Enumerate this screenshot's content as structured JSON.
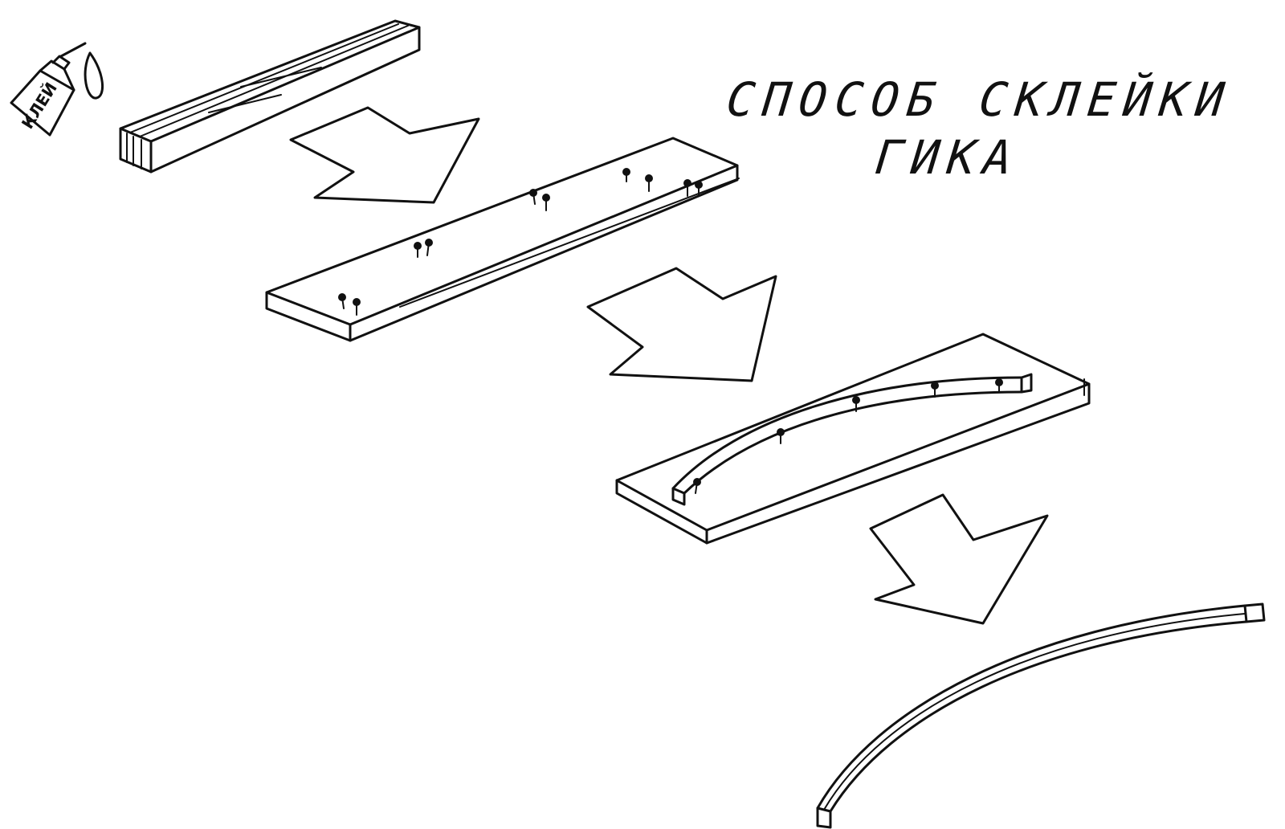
{
  "title": {
    "line1": "СПОСОБ СКЛЕЙКИ",
    "line2": "ГИКА"
  },
  "glue_bottle": {
    "label": "КЛЕЙ"
  },
  "colors": {
    "ink": "#111111",
    "paper": "#ffffff"
  },
  "steps": [
    "glued-laminated-strips",
    "strips-pinned-to-board",
    "strips-bent-along-pins",
    "finished-curved-boom"
  ]
}
